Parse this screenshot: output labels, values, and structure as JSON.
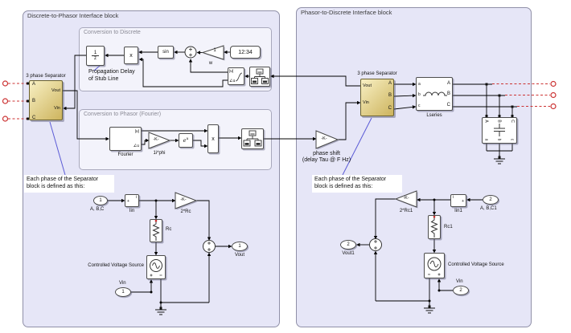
{
  "colors": {
    "frame_fill": "#e6e6f7",
    "frame_border": "#9090a8",
    "subframe_border": "#a8a8bc",
    "block_border": "#4d4d4d",
    "yellow_light": "#f8f0c3",
    "yellow_dark": "#cdb45e",
    "yellow_border": "#6b6230",
    "red": "#cc3333",
    "blue": "#5b5bd6",
    "shadow": "rgba(90,90,120,0.45)",
    "title_color": "#3a3a3a",
    "subtitle_color": "#8a8a95",
    "canvas_bg": "#ffffff"
  },
  "frames": {
    "left": {
      "title": "Discrete-to-Phasor Interface block"
    },
    "right": {
      "title": "Phasor-to-Discrete Interface block"
    }
  },
  "conv_discrete": {
    "title": "Conversion to Discrete",
    "clock": "12:34",
    "gain_value": "1",
    "gain_label": "w",
    "sin": "sin",
    "product": "x",
    "delay_num": "1",
    "delay_den": "z",
    "delay_label1": "Propagation Delay",
    "delay_label2": "of Stub Line",
    "mag": "|u|",
    "angle": "∠u"
  },
  "conv_phasor": {
    "title": "Conversion to Phasor (Fourier)",
    "fourier_label": "Fourier",
    "mag": "|u|",
    "angle": "∠u",
    "gain": "-K-",
    "gain_label": "1i*phi",
    "exp_base": "e",
    "exp_sup": "u",
    "product": "x"
  },
  "phase_shift": {
    "gain": "-K-",
    "label1": "phase shift",
    "label2": "(delay Tau @ F Hz)"
  },
  "left_separator": {
    "title": "3 phase Separator",
    "a": "A",
    "b": "B",
    "c": "C",
    "vout": "Vout",
    "vin": "Vin"
  },
  "right_separator": {
    "title": "3 phase Separator",
    "vout": "Vout",
    "vin": "Vin",
    "a": "A",
    "b": "B",
    "c": "C"
  },
  "lseries": {
    "label": "Lseries",
    "a": "a",
    "b": "b",
    "c": "c",
    "A": "A",
    "B": "B",
    "C": "C"
  },
  "cap_bank": {
    "top_a": "A",
    "top_b": "B",
    "top_c": "C",
    "bot_a": "a",
    "bot_b": "b",
    "bot_c": "c"
  },
  "note": {
    "line1": "Each phase of the Separator",
    "line2": "block is defined as this:"
  },
  "left_circuit": {
    "in_port": "1",
    "in_label": "A, B,C",
    "iin_label": "Iin",
    "iin_plus": "+",
    "iin_i": "i",
    "gain": "-K-",
    "gain_label": "2*Rc",
    "resistor_label": "Rc",
    "cvs_label": "Controlled Voltage Source",
    "vin_port": "1",
    "vin_label": "Vin",
    "out_port": "1",
    "out_label": "Vout"
  },
  "right_circuit": {
    "in_port": "2",
    "in_label": "A, B,C1",
    "iin_label": "Iin1",
    "iin_plus": "+",
    "iin_i": "i",
    "gain": "-K-",
    "gain_label": "2*Rc1",
    "resistor_label": "Rc1",
    "cvs_label": "Controlled Voltage Source",
    "vin_port": "2",
    "vin_label": "Vin",
    "out_port": "2",
    "out_label": "Vout1"
  }
}
